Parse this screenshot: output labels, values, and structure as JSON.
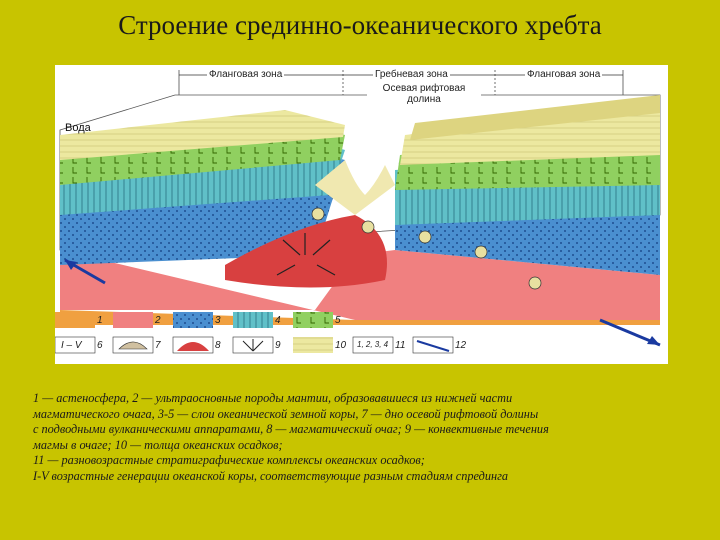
{
  "title": "Строение срединно-океанического хребта",
  "zones": {
    "left": "Фланговая зона",
    "center": "Гребневая зона",
    "right": "Фланговая зона",
    "rift": "Осевая рифтовая долина"
  },
  "water_label": "Вода",
  "legend": [
    "1",
    "2",
    "3",
    "4",
    "5",
    "6",
    "7",
    "8",
    "9",
    "10",
    "11",
    "12"
  ],
  "legend_extra": {
    "generations": "I – V",
    "strat": "1, 2, 3, 4"
  },
  "colors": {
    "background": "#c8c400",
    "asthenosphere": "#f0a040",
    "mantle": "#f08080",
    "layer3": "#4a8fd0",
    "layer4": "#60c0c8",
    "layer5": "#90d060",
    "sediment": "#ece8a0",
    "magma": "#d84040"
  },
  "caption": {
    "line1": "1 — астеносфера, 2 — ультраосновные породы мантии, образовавшиеся из нижней части",
    "line2": "магматического очага, 3-5 — слои океанической земной коры, 7 — дно осевой рифтовой долины",
    "line3": "с подводными вулканическими аппаратами, 8 — магматический очаг; 9 — конвективные течения",
    "line4": "магмы в очаге; 10 — толща океанских осадков;",
    "line5": "11 — разновозрастные стратиграфические комплексы океанских осадков;",
    "line6": "I-V возрастные генерации океанской коры, соответствующие разным стадиям спрединга"
  }
}
